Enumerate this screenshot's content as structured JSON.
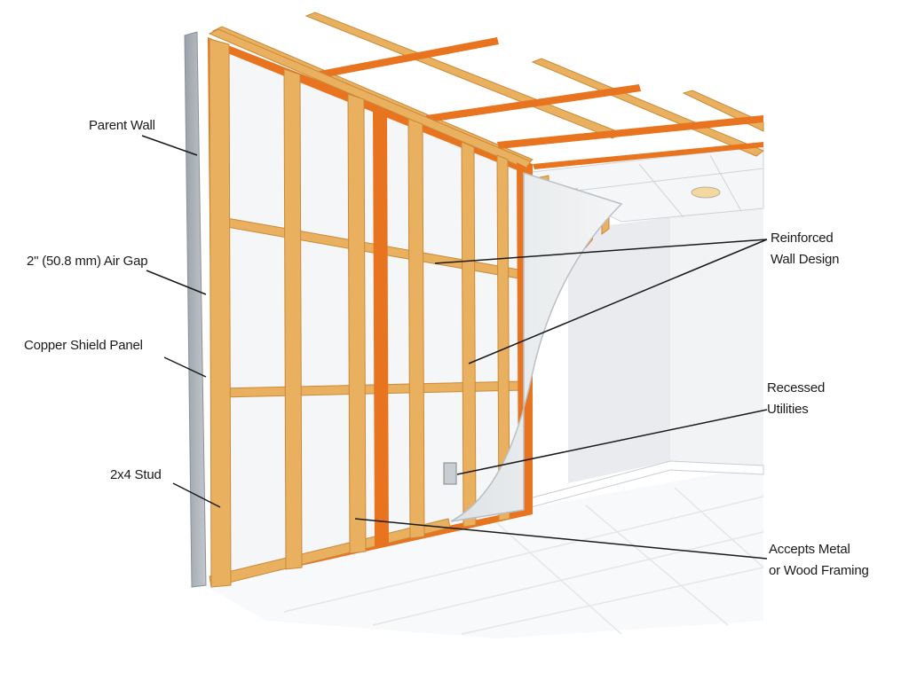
{
  "labels": {
    "parent_wall": "Parent Wall",
    "air_gap": "2\" (50.8 mm) Air Gap",
    "copper_shield_panel": "Copper Shield Panel",
    "stud": "2x4 Stud",
    "reinforced_line1": "Reinforced",
    "reinforced_line2": "Wall Design",
    "recessed_line1": "Recessed",
    "recessed_line2": "Utilities",
    "accepts_line1": "Accepts Metal",
    "accepts_line2": "or Wood Framing"
  },
  "colors": {
    "wood": "#e9b060",
    "wood_dark": "#c98a3a",
    "copper": "#e8741f",
    "parent_wall": "#a9afb6",
    "drywall": "#eef0f2",
    "ceiling_tile": "#f4f5f6",
    "floor": "#f6f8f9",
    "leader_line": "#1a1a1a"
  }
}
